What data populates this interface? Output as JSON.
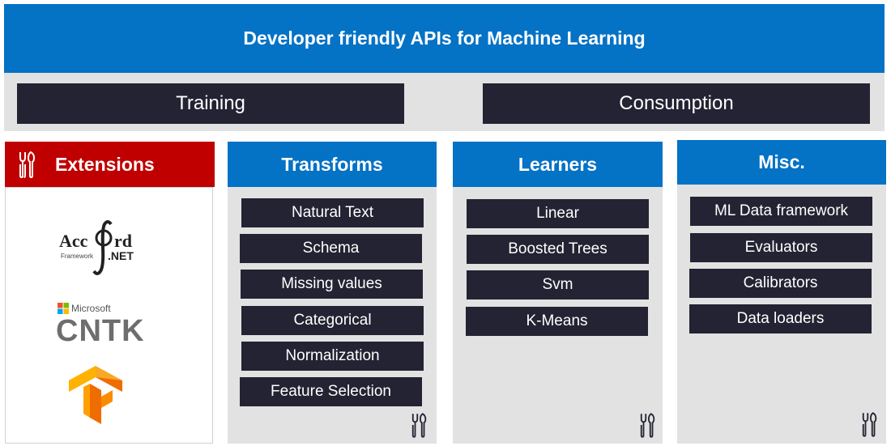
{
  "banner": {
    "title": "Developer friendly APIs for Machine Learning"
  },
  "band": {
    "training_label": "Training",
    "consumption_label": "Consumption"
  },
  "extensions": {
    "title": "Extensions",
    "logos": {
      "accord": {
        "line1": "Acc",
        "line1b": "rd",
        "framework": "Framework",
        "net": ".NET"
      },
      "cntk": {
        "vendor": "Microsoft",
        "name": "CNTK"
      },
      "tensorflow": {
        "icon": "tensorflow-logo"
      }
    }
  },
  "columns": {
    "transforms": {
      "title": "Transforms",
      "items": [
        "Natural Text",
        "Schema",
        "Missing values",
        "Categorical",
        "Normalization",
        "Feature Selection"
      ]
    },
    "learners": {
      "title": "Learners",
      "items": [
        "Linear",
        "Boosted Trees",
        "Svm",
        "K-Means"
      ]
    },
    "misc": {
      "title": "Misc.",
      "items": [
        "ML Data framework",
        "Evaluators",
        "Calibrators",
        "Data loaders"
      ]
    }
  },
  "colors": {
    "blue": "#0472c5",
    "red": "#c00000",
    "dark": "#232333",
    "panel": "#e2e2e2"
  }
}
